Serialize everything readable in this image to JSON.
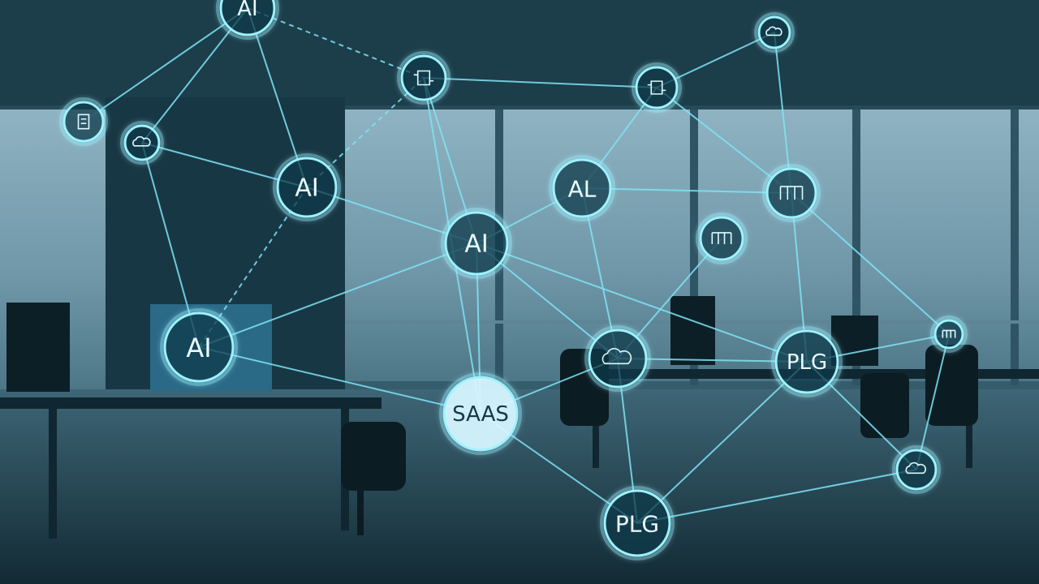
{
  "image": {
    "scene": "office interior with desks and chairs, large windows, overlaid by a glowing network diagram",
    "colors": {
      "overlay_line": "#7fe3f5",
      "node_fill": "#0f3a4a",
      "node_glow": "#9df2ff",
      "saas_fill": "#d6f6ff",
      "background_dark": "#0d2733",
      "window_light": "#7fa8b8"
    }
  },
  "network": {
    "nodes": [
      {
        "id": "n1",
        "label": "AI",
        "icon": null
      },
      {
        "id": "n2",
        "label": "AI",
        "icon": null
      },
      {
        "id": "n3",
        "label": "AI",
        "icon": null
      },
      {
        "id": "n4",
        "label": "AL",
        "icon": null
      },
      {
        "id": "n5",
        "label": "AI",
        "icon": null
      },
      {
        "id": "n6",
        "label": "SAAS",
        "icon": null
      },
      {
        "id": "n7",
        "label": "PLG",
        "icon": null
      },
      {
        "id": "n8",
        "label": "PLG",
        "icon": null
      },
      {
        "id": "i1",
        "label": "",
        "icon": "clipboard-icon"
      },
      {
        "id": "i2",
        "label": "",
        "icon": "cloud-icon"
      },
      {
        "id": "i3",
        "label": "",
        "icon": "puzzle-icon"
      },
      {
        "id": "i4",
        "label": "",
        "icon": "chip-icon"
      },
      {
        "id": "i5",
        "label": "",
        "icon": "cloud-network-icon"
      },
      {
        "id": "i6",
        "label": "",
        "icon": "bars-icon"
      },
      {
        "id": "i7",
        "label": "",
        "icon": "tools-icon"
      },
      {
        "id": "i8",
        "label": "",
        "icon": "cloud-icon"
      },
      {
        "id": "i9",
        "label": "",
        "icon": "grid-icon"
      },
      {
        "id": "i10",
        "label": "",
        "icon": "cloud-icon"
      }
    ],
    "links": [
      [
        "n1",
        "n2"
      ],
      [
        "n1",
        "i2"
      ],
      [
        "n1",
        "i1"
      ],
      [
        "n1",
        "i3"
      ],
      [
        "n2",
        "i2"
      ],
      [
        "n2",
        "n5"
      ],
      [
        "n2",
        "n3"
      ],
      [
        "n2",
        "i3"
      ],
      [
        "i2",
        "n5"
      ],
      [
        "i3",
        "n3"
      ],
      [
        "i3",
        "n6"
      ],
      [
        "i3",
        "i4"
      ],
      [
        "n5",
        "n3"
      ],
      [
        "n5",
        "n6"
      ],
      [
        "n3",
        "n4"
      ],
      [
        "n3",
        "n6"
      ],
      [
        "n3",
        "i8"
      ],
      [
        "n3",
        "n7"
      ],
      [
        "i4",
        "n4"
      ],
      [
        "i4",
        "i5"
      ],
      [
        "i4",
        "i6"
      ],
      [
        "i5",
        "i6"
      ],
      [
        "n4",
        "i6"
      ],
      [
        "n4",
        "i8"
      ],
      [
        "i6",
        "n7"
      ],
      [
        "i6",
        "i9"
      ],
      [
        "i7",
        "i8"
      ],
      [
        "i8",
        "n6"
      ],
      [
        "i8",
        "n7"
      ],
      [
        "i8",
        "n8"
      ],
      [
        "n7",
        "i9"
      ],
      [
        "n7",
        "i10"
      ],
      [
        "n7",
        "n8"
      ],
      [
        "i9",
        "i10"
      ],
      [
        "i10",
        "n8"
      ],
      [
        "n6",
        "n8"
      ]
    ]
  }
}
